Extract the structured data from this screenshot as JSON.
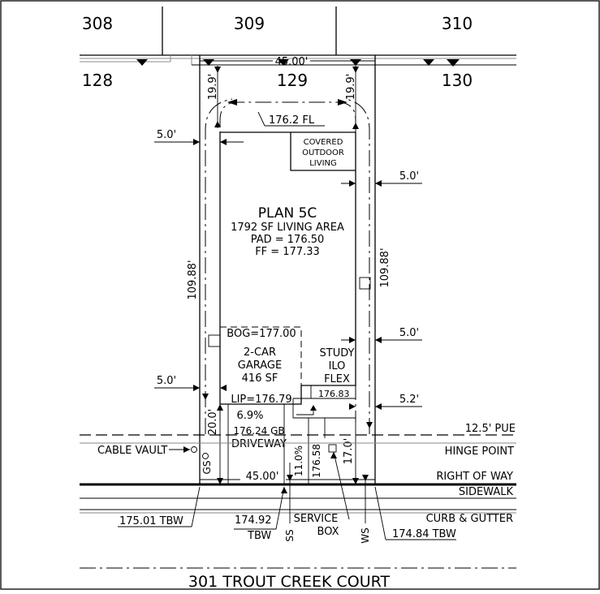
{
  "lots": {
    "top_left": "308",
    "top_center": "309",
    "top_right": "310",
    "mid_left": "128",
    "subject": "129",
    "mid_right": "130"
  },
  "plan": {
    "name": "PLAN 5C",
    "living_area": "1792 SF LIVING AREA",
    "pad": "PAD = 176.50",
    "ff": "FF = 177.33"
  },
  "covered_outdoor": [
    "COVERED",
    "OUTDOOR",
    "LIVING"
  ],
  "garage": {
    "line1": "2-CAR",
    "line2": "GARAGE",
    "line3": "416 SF",
    "bog": "BOG=177.00",
    "lip": "LIP=176.79"
  },
  "study": [
    "STUDY",
    "ILO",
    "FLEX"
  ],
  "dims": {
    "rear_width": "45.00'",
    "front_width": "45.00'",
    "rear_setback_left": "19.9'",
    "rear_setback_right": "19.9'",
    "fl_elev": "176.2 FL",
    "side_left_upper": "5.0'",
    "side_left_lower": "5.0'",
    "side_right_upper": "5.0'",
    "side_right_mid": "5.0'",
    "side_right_lower": "5.2'",
    "depth_left": "109.88'",
    "depth_right": "109.88'",
    "front_setback": "20.0'",
    "front_setback_right": "17.0'",
    "elev_176_83": "176.83",
    "slope": "6.9%",
    "driveway_gb": "176.24 GB",
    "driveway": "DRIVEWAY",
    "slope_side": "11.0%",
    "elev_176_58": "176.58"
  },
  "labels": {
    "pue": "12.5' PUE",
    "hinge_point": "HINGE POINT",
    "right_of_way": "RIGHT OF WAY",
    "sidewalk": "SIDEWALK",
    "curb_gutter": "CURB & GUTTER",
    "cable_vault": "CABLE VAULT",
    "gs": "GS",
    "ss": "SS",
    "ws": "WS",
    "tbw_left": "175.01 TBW",
    "tbw_mid": "174.92",
    "tbw_mid_unit": "TBW",
    "tbw_right": "174.84 TBW",
    "service_box_1": "SERVICE",
    "service_box_2": "BOX",
    "street": "301 TROUT CREEK COURT"
  }
}
